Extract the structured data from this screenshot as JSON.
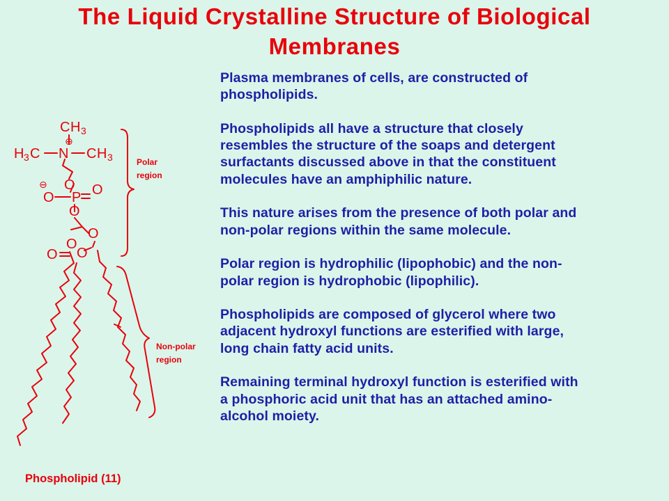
{
  "title": {
    "line1": "The Liquid Crystalline Structure of Biological",
    "line2": "Membranes"
  },
  "paragraphs": [
    [
      "Plasma membranes of cells,  are constructed of",
      "phospholipids."
    ],
    [
      "Phospholipids all have a structure that closely",
      "resembles the structure of the soaps and detergent",
      "surfactants discussed above in that the constituent",
      "molecules have an amphiphilic nature."
    ],
    [
      "This nature arises from the presence of both polar and",
      "non-polar regions within the same molecule."
    ],
    [
      "Polar region is hydrophilic (lipophobic) and the non-",
      "polar region is hydrophobic (lipophilic)."
    ],
    [
      "Phospholipids are composed of glycerol where two",
      "adjacent hydroxyl functions are esterified with large,",
      "long chain fatty acid units."
    ],
    [
      "Remaining terminal hydroxyl function is esterified with",
      "a phosphoric acid unit that has an attached amino-",
      "alcohol moiety."
    ]
  ],
  "labels": {
    "polar": [
      "Polar",
      "region"
    ],
    "nonpolar": [
      "Non-polar",
      "region"
    ]
  },
  "caption": "Phospholipid (11)",
  "structure_atoms": {
    "c": "C",
    "h": "H",
    "three": "3",
    "n": "N",
    "o": "O",
    "p": "P",
    "plus": "⊕",
    "minus": "⊖"
  },
  "colors": {
    "background": "#dbf5ea",
    "title": "#e8000b",
    "body_text": "#1f1fa6",
    "structure": "#e8000b"
  }
}
